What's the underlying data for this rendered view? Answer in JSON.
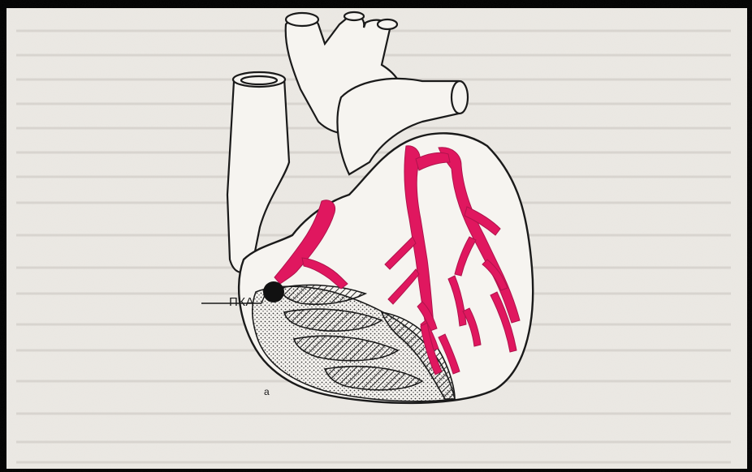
{
  "figure": {
    "callout_label": "ПКА",
    "panel_label": "а"
  },
  "colors": {
    "frame": "#000000",
    "paper": "#ece9e4",
    "artery": "#e0175f",
    "outline": "#1a1a1a",
    "hatch": "#2a2a2a",
    "stipple": "#3a3a3a"
  },
  "icons": {
    "occlusion_marker": "filled-black-circle"
  }
}
